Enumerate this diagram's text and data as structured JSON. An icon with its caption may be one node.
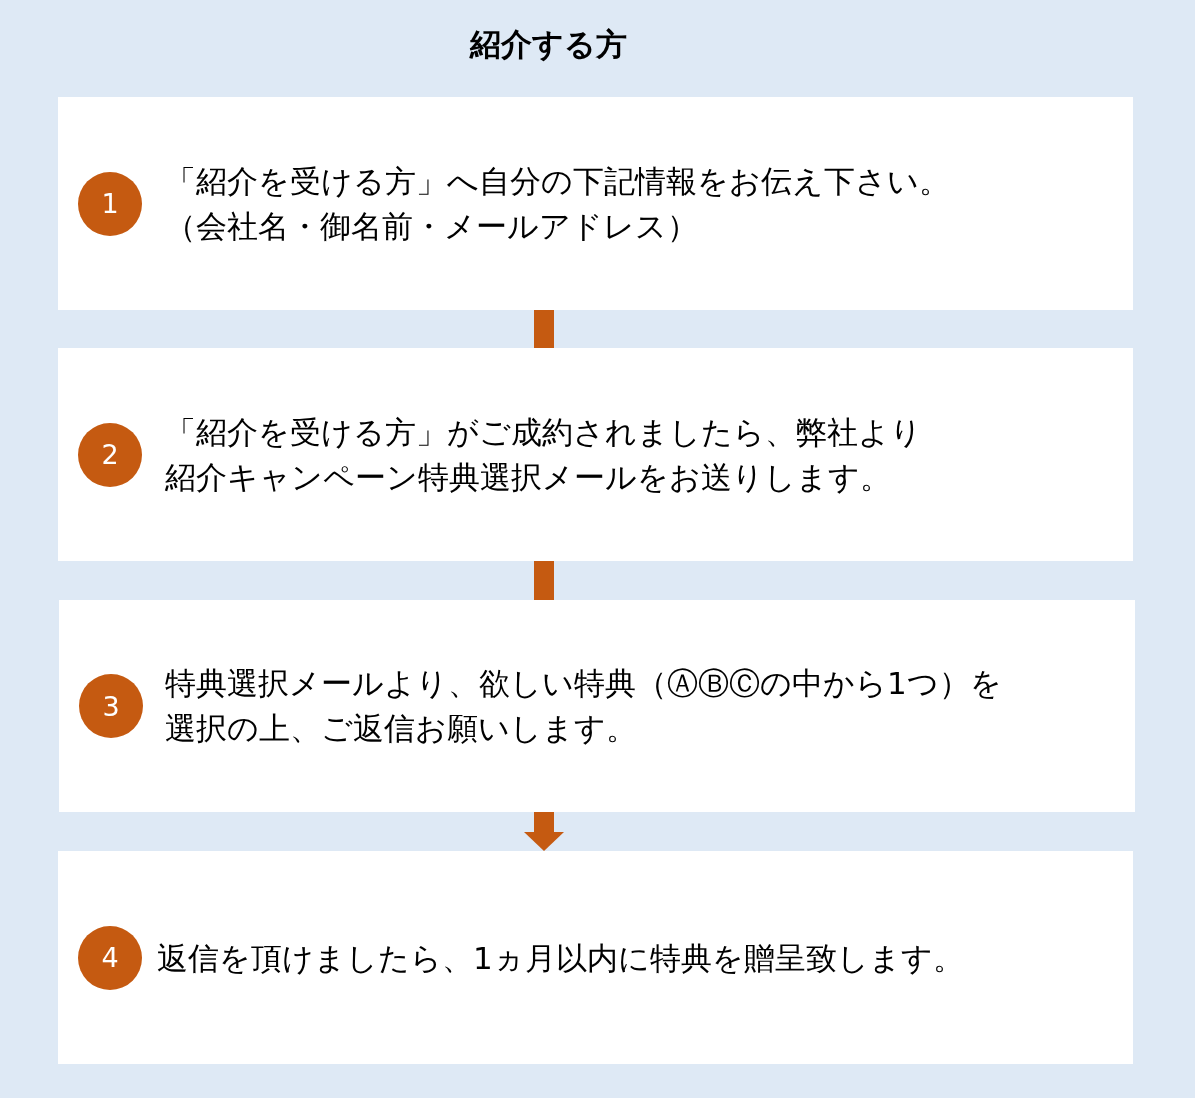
{
  "diagram": {
    "nodes": [
      {
        "text": [
          "紹介する方"
        ]
      },
      {
        "text": [
          "「紹介を受ける方」へ自分の下記情報をお伝え下さい。（会社名・御名前・メールアドレス）"
        ],
        "in": 0
      },
      {
        "text": [
          "1"
        ],
        "in": 1
      },
      {
        "text": [
          "「紹介を受ける方」がご成約されましたら、弊社より紹介キャンペーン特典選択メールをお送りします。"
        ],
        "in": 0
      },
      {
        "text": [
          "2"
        ],
        "in": 3
      },
      {
        "text": [
          "特典選択メールより、欲しい特典（ⒶⒷⒸの中から1つ）を選択の上、ご返信お願いします。"
        ],
        "in": 0
      },
      {
        "text": [
          "3"
        ],
        "in": 5
      },
      {
        "text": [
          "返信を頂けましたら、1ヵ月以内に特典を贈呈致します。"
        ],
        "in": 0
      },
      {
        "text": [
          "4"
        ],
        "in": 7
      }
    ],
    "edges": [
      {
        "from": 1,
        "to": 3,
        "arrow": "none"
      },
      {
        "from": 3,
        "to": 5,
        "arrow": "none"
      },
      {
        "from": 5,
        "to": 7,
        "arrow": "to"
      }
    ]
  }
}
